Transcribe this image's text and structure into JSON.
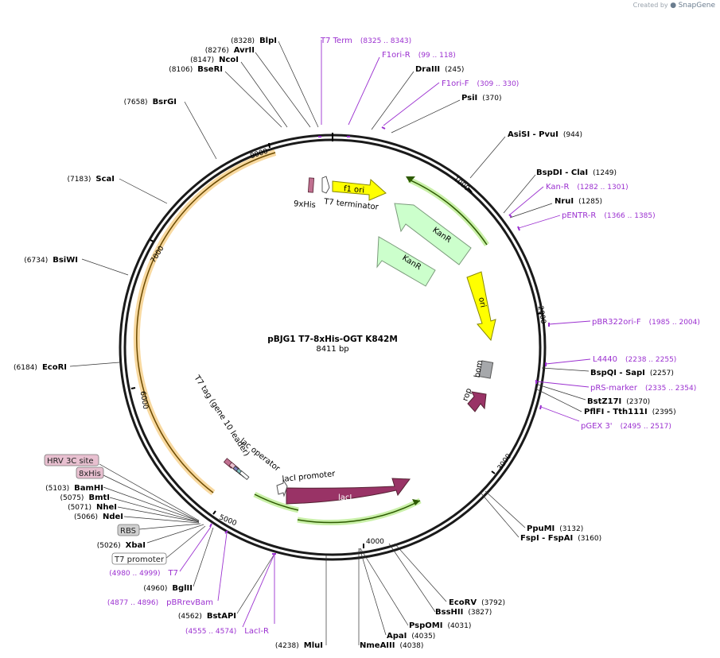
{
  "credit": {
    "prefix": "Created by",
    "brand": "SnapGene"
  },
  "plasmid": {
    "name": "pBJG1 T7-8xHis-OGT K842M",
    "size": "8411 bp"
  },
  "ticks": [
    "1000",
    "2000",
    "3000",
    "4000",
    "5000",
    "6000",
    "7000",
    "8000"
  ],
  "enzymes": [
    {
      "name": "BlpI",
      "pos": "(8328)"
    },
    {
      "name": "AvrII",
      "pos": "(8276)"
    },
    {
      "name": "NcoI",
      "pos": "(8147)"
    },
    {
      "name": "BseRI",
      "pos": "(8106)"
    },
    {
      "name": "BsrGI",
      "pos": "(7658)"
    },
    {
      "name": "ScaI",
      "pos": "(7183)"
    },
    {
      "name": "BsiWI",
      "pos": "(6734)"
    },
    {
      "name": "EcoRI",
      "pos": "(6184)"
    },
    {
      "name": "BamHI",
      "pos": "(5103)"
    },
    {
      "name": "BmtI",
      "pos": "(5075)"
    },
    {
      "name": "NheI",
      "pos": "(5071)"
    },
    {
      "name": "NdeI",
      "pos": "(5066)"
    },
    {
      "name": "XbaI",
      "pos": "(5026)"
    },
    {
      "name": "BglII",
      "pos": "(4960)"
    },
    {
      "name": "BstAPI",
      "pos": "(4562)"
    },
    {
      "name": "MluI",
      "pos": "(4238)"
    },
    {
      "name": "NmeAIII",
      "pos": "(4038)"
    },
    {
      "name": "ApaI",
      "pos": "(4035)"
    },
    {
      "name": "PspOMI",
      "pos": "(4031)"
    },
    {
      "name": "BssHII",
      "pos": "(3827)"
    },
    {
      "name": "EcoRV",
      "pos": "(3792)"
    },
    {
      "name": "FspI - FspAI",
      "pos": "(3160)"
    },
    {
      "name": "PpuMI",
      "pos": "(3132)"
    },
    {
      "name": "PflFI - Tth111I",
      "pos": "(2395)"
    },
    {
      "name": "BstZ17I",
      "pos": "(2370)"
    },
    {
      "name": "BspQI - SapI",
      "pos": "(2257)"
    },
    {
      "name": "NruI",
      "pos": "(1285)"
    },
    {
      "name": "BspDI - ClaI",
      "pos": "(1249)"
    },
    {
      "name": "AsiSI - PvuI",
      "pos": "(944)"
    },
    {
      "name": "PsiI",
      "pos": "(370)"
    },
    {
      "name": "DraIII",
      "pos": "(245)"
    }
  ],
  "primers": [
    {
      "name": "T7 Term",
      "pos": "(8325 .. 8343)"
    },
    {
      "name": "F1ori-R",
      "pos": "(99 .. 118)"
    },
    {
      "name": "F1ori-F",
      "pos": "(309 .. 330)"
    },
    {
      "name": "Kan-R",
      "pos": "(1282 .. 1301)"
    },
    {
      "name": "pENTR-R",
      "pos": "(1366 .. 1385)"
    },
    {
      "name": "pBR322ori-F",
      "pos": "(1985 .. 2004)"
    },
    {
      "name": "L4440",
      "pos": "(2238 .. 2255)"
    },
    {
      "name": "pRS-marker",
      "pos": "(2335 .. 2354)"
    },
    {
      "name": "pGEX 3'",
      "pos": "(2495 .. 2517)"
    },
    {
      "name": "T7",
      "pos": "(4980 .. 4999)"
    },
    {
      "name": "pBRrevBam",
      "pos": "(4877 .. 4896)"
    },
    {
      "name": "LacI-R",
      "pos": "(4555 .. 4574)"
    }
  ],
  "features": {
    "f1_ori": "f1 ori",
    "kanr": "KanR",
    "ori": "ori",
    "bom": "bom",
    "rop": "rop",
    "laci": "lacI",
    "laci_promoter": "lacI promoter",
    "lac_operator": "lac operator",
    "t7_tag": "T7 tag (gene 10 leader)",
    "his9": "9xHis",
    "t7_terminator": "T7 terminator"
  },
  "boxed": {
    "hrv": "HRV 3C site",
    "his8": "8xHis",
    "rbs": "RBS",
    "t7_promoter": "T7 promoter"
  },
  "colors": {
    "backbone": "#1a1a1a",
    "ori": "#ffff00",
    "kanr": "#ccffcc",
    "orf_green": "#80c060",
    "orf_orange": "#f0b040",
    "laci": "#993366",
    "bom": "#a6a8ab",
    "primer": "#9b30d0",
    "hrv_box": "#e8c0d0",
    "rbs_box": "#d0d0d0"
  }
}
